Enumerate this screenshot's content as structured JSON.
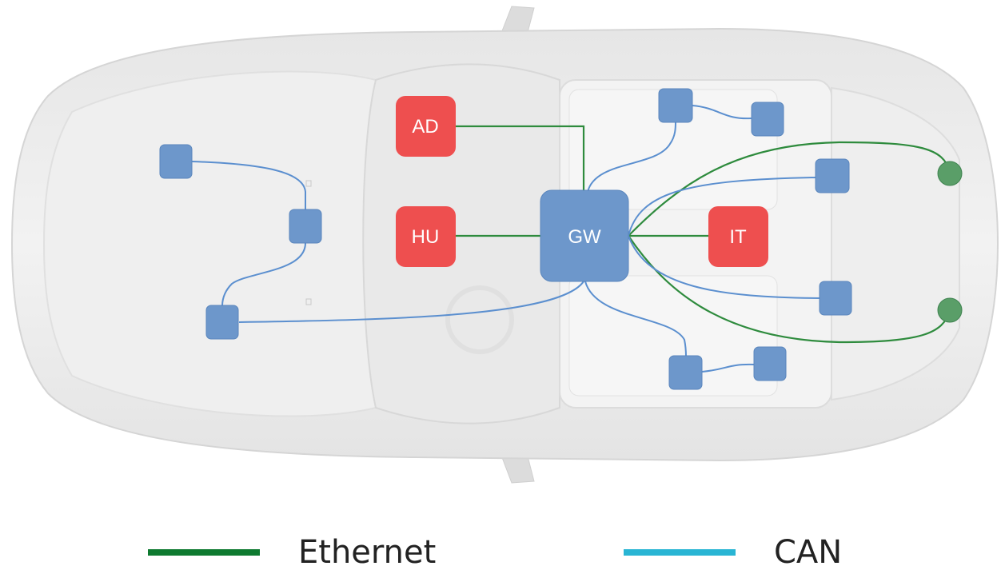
{
  "colors": {
    "ethernet": "#2e8b3d",
    "can_wire": "#5b8fcf",
    "node_blue": "#6d97cb",
    "node_red": "#ee4f4f",
    "node_green": "#5a9e68",
    "legend_ethernet": "#0e7a30",
    "legend_can": "#29b5d4"
  },
  "nodes": {
    "ad": "AD",
    "hu": "HU",
    "gw": "GW",
    "it": "IT"
  },
  "legend": {
    "ethernet_label": "Ethernet",
    "can_label": "CAN"
  }
}
